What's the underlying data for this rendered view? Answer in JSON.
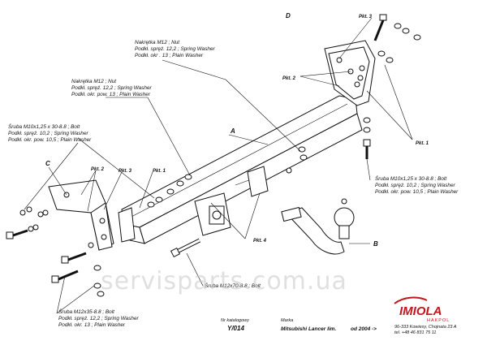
{
  "labels": {
    "nut_top": [
      "Nakrętka M12 ; Nut",
      "Podkł. spręż. 12,2 ; Spring Washer",
      "Podkł. okr . 13 ; Plain Washer"
    ],
    "nut_left": [
      "Nakrętka M12 ; Nut",
      "Podkł. spręż. 12,2 ; Spring Washer",
      "Podkł. okr. pow. 13 ; Plain Washer"
    ],
    "bolt_left": [
      "Śruba M10x1,25 x 30-8.8 ; Bolt",
      "Podkł. spręż. 10,2 ; Spring Washer",
      "Podkł. okr. pow. 10,5 ; Plain Washer"
    ],
    "bolt_right": [
      "Śruba M10x1,25 x 30-8.8 ; Bolt",
      "Podkł. spręż. 10,2 ; Spring Washer",
      "Podkł. okr. pow. 10,5 ; Plain Washer"
    ],
    "bolt_m12x70": "Śruba M12x70-8.8 ; Bolt",
    "bolt_bottom": [
      "Śruba M12x35-8.8 ; Bolt",
      "Podkł. spręż. 12,2 ; Spring Washer",
      "Podkł. okr. 13 ; Plain Washer"
    ]
  },
  "part_tags": {
    "a": "A",
    "b": "B",
    "c": "C",
    "d": "D",
    "pkt1_right": "Pkt. 1",
    "pkt2_right": "Pkt. 2",
    "pkt3_right": "Pkt. 3",
    "pkt1_left": "Pkt. 1",
    "pkt2_left": "Pkt. 2",
    "pkt3_left": "Pkt. 3",
    "pkt4": "Pkt. 4"
  },
  "watermark": "servisparts.com.ua",
  "title_block": {
    "catalog_label": "Nr katalogowy",
    "catalog_value": "Y/014",
    "make_label": "Marka",
    "model": "Mitsubishi Lancer lim.",
    "date": "od 2004 ->",
    "company_logo": "IMIOLA",
    "company_sub": "HAKPOL",
    "address": "96-333 Kowiesy, Chojnata 23 A",
    "phone": "tel. +48 46 831 75 11"
  },
  "colors": {
    "logo_red": "#c0161c",
    "watermark": "#c8c8c8"
  }
}
